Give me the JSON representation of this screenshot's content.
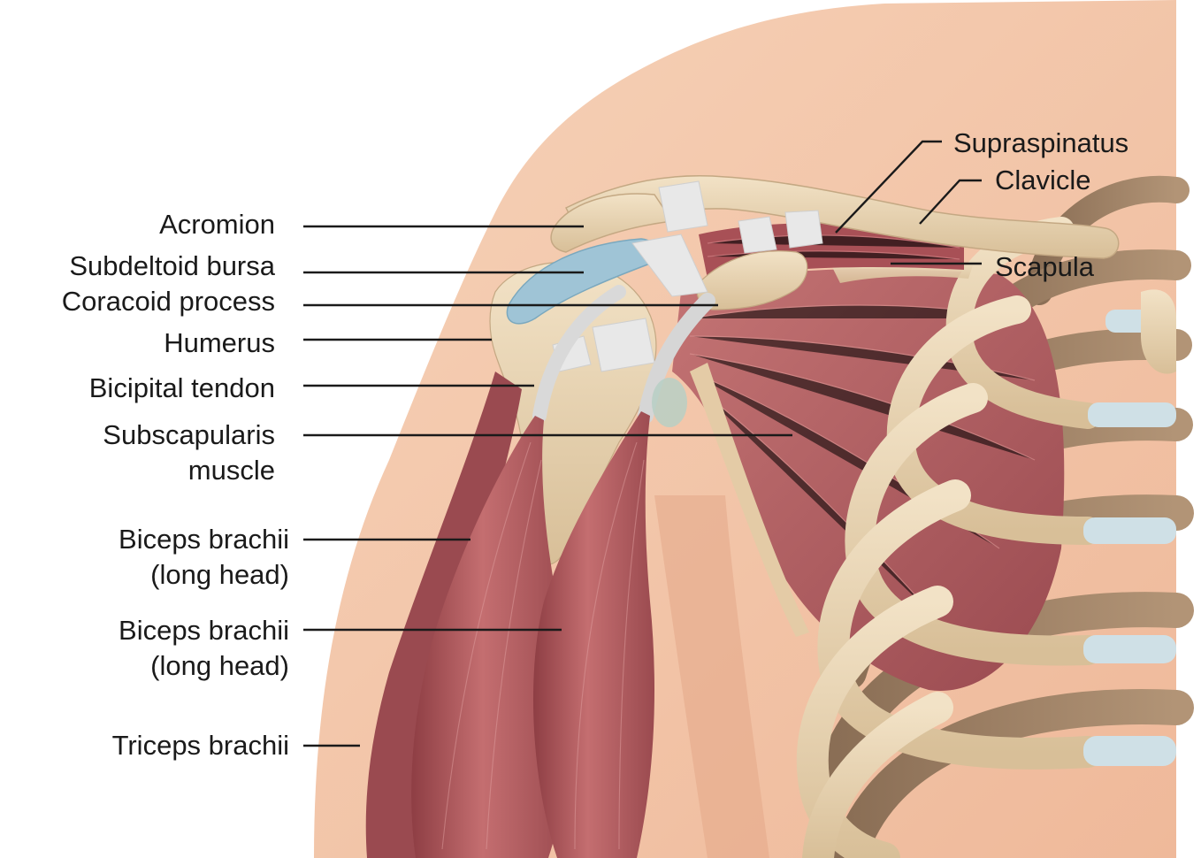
{
  "labels": {
    "acromion": "Acromion",
    "subdeltoid_bursa": "Subdeltoid bursa",
    "coracoid_process": "Coracoid process",
    "humerus": "Humerus",
    "bicipital_tendon": "Bicipital tendon",
    "subscapularis_line1": "Subscapularis",
    "subscapularis_line2": "muscle",
    "biceps_long_1_line1": "Biceps brachii",
    "biceps_long_1_line2": "(long head)",
    "biceps_long_2_line1": "Biceps brachii",
    "biceps_long_2_line2": "(long head)",
    "triceps": "Triceps brachii",
    "supraspinatus": "Supraspinatus",
    "clavicle": "Clavicle",
    "scapula": "Scapula"
  },
  "colors": {
    "skin": "#f2c4a6",
    "skin_shadow": "#e8ae8c",
    "muscle": "#b85f63",
    "muscle_dark": "#8e3e44",
    "muscle_light": "#d98a8c",
    "bone": "#ead6b4",
    "bone_dark": "#b99d78",
    "cartilage": "#cfe0e6",
    "bursa": "#9fc4d6",
    "tendon": "#e6e6e6",
    "label_text": "#1a1a1a"
  }
}
